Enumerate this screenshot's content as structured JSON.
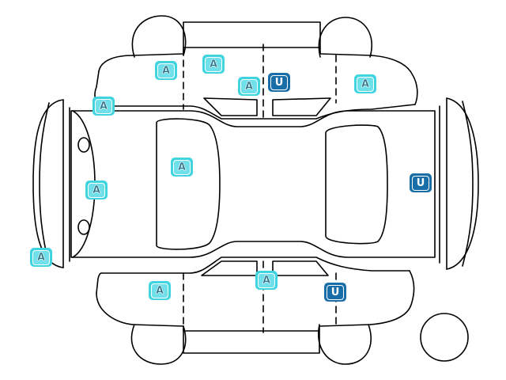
{
  "legend_letters": {
    "A": "A",
    "U": "U"
  },
  "colors": {
    "a_marker": "#40d4e0",
    "u_marker": "#1a6ea8",
    "line": "#000000"
  },
  "markers": [
    {
      "id": "m1",
      "code": "A"
    },
    {
      "id": "m2",
      "code": "A"
    },
    {
      "id": "m3",
      "code": "A"
    },
    {
      "id": "m4",
      "code": "U"
    },
    {
      "id": "m5",
      "code": "A"
    },
    {
      "id": "m6",
      "code": "A"
    },
    {
      "id": "m7",
      "code": "A"
    },
    {
      "id": "m8",
      "code": "A"
    },
    {
      "id": "m9",
      "code": "U"
    },
    {
      "id": "m10",
      "code": "A"
    },
    {
      "id": "m11",
      "code": "A"
    },
    {
      "id": "m12",
      "code": "A"
    },
    {
      "id": "m13",
      "code": "U"
    }
  ]
}
